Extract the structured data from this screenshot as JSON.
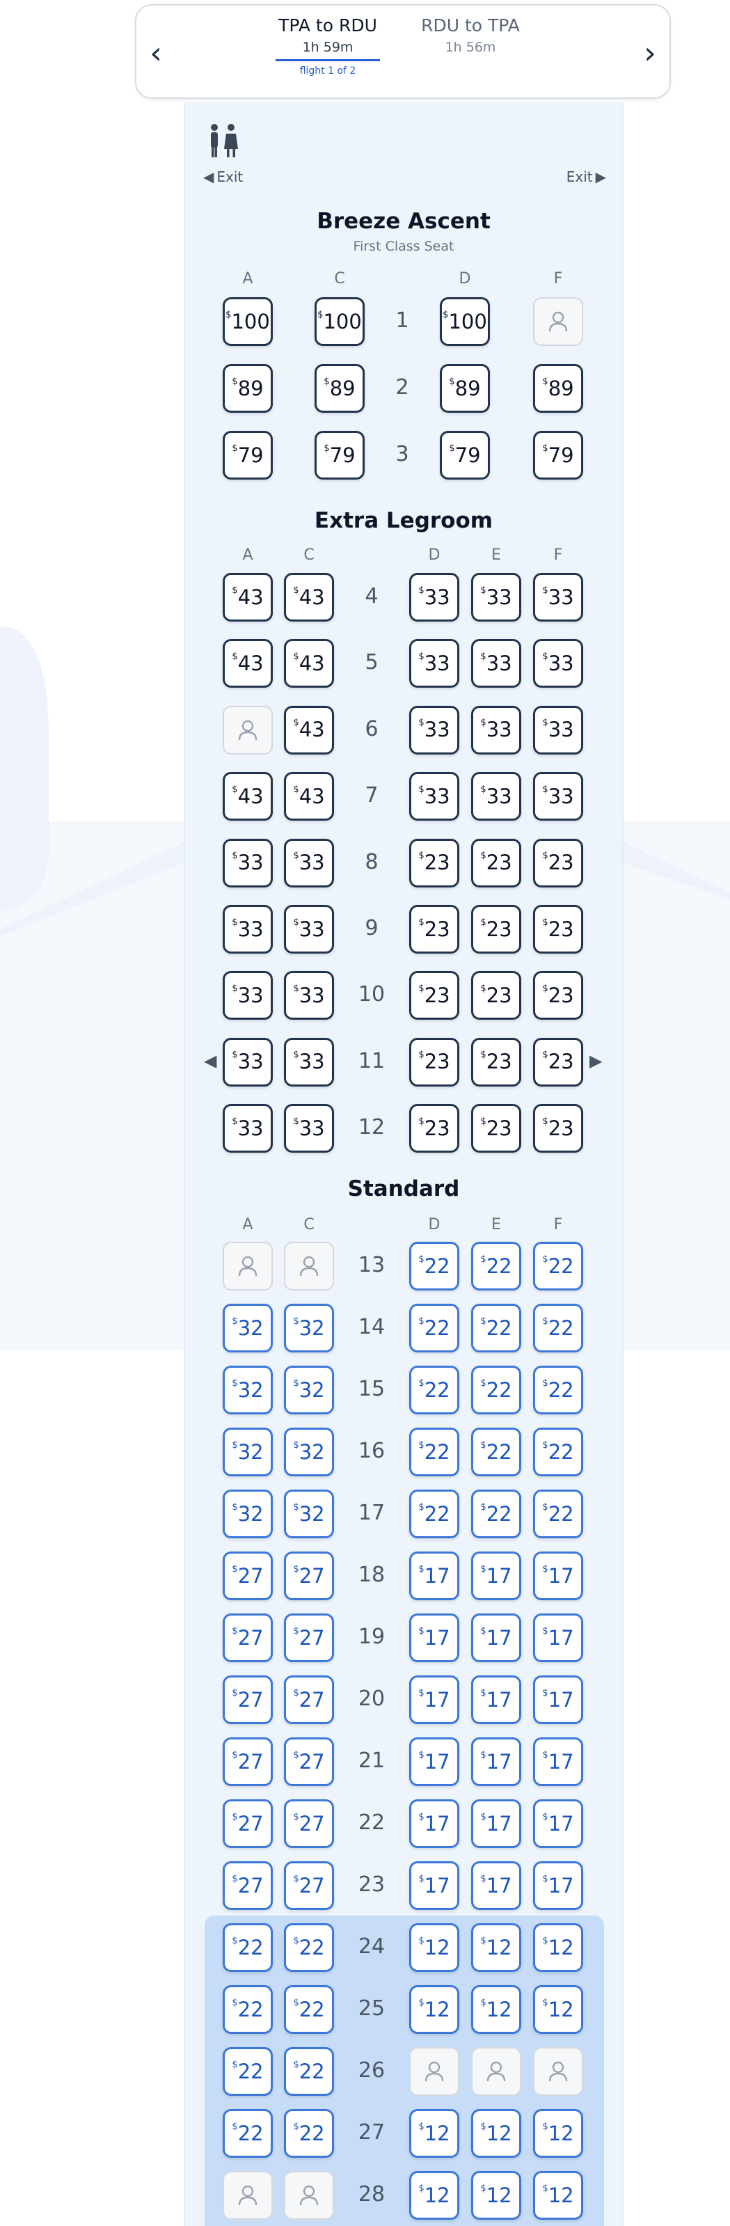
{
  "flight_selector": {
    "prev_icon": "chevron-left-icon",
    "next_icon": "chevron-right-icon",
    "legs": [
      {
        "route": "TPA to RDU",
        "duration": "1h 59m",
        "counter": "flight 1 of 2",
        "selected": true
      },
      {
        "route": "RDU to TPA",
        "duration": "1h 56m",
        "selected": false
      }
    ]
  },
  "cabin": {
    "lavatory_icon": "lavatory-icon",
    "exit_left": "Exit",
    "exit_right": "Exit"
  },
  "sections": {
    "first": {
      "title": "Breeze Ascent",
      "subtitle": "First Class Seat",
      "columns": [
        "A",
        "C",
        "D",
        "F"
      ],
      "rows": [
        {
          "row": "1",
          "seats": [
            "100",
            "100",
            "100",
            null
          ]
        },
        {
          "row": "2",
          "seats": [
            "89",
            "89",
            "89",
            "89"
          ]
        },
        {
          "row": "3",
          "seats": [
            "79",
            "79",
            "79",
            "79"
          ]
        }
      ]
    },
    "extra_legroom": {
      "title": "Extra Legroom",
      "columns": [
        "A",
        "C",
        "D",
        "E",
        "F"
      ],
      "rows": [
        {
          "row": "4",
          "seats": [
            "43",
            "43",
            "33",
            "33",
            "33"
          ]
        },
        {
          "row": "5",
          "seats": [
            "43",
            "43",
            "33",
            "33",
            "33"
          ]
        },
        {
          "row": "6",
          "seats": [
            null,
            "43",
            "33",
            "33",
            "33"
          ]
        },
        {
          "row": "7",
          "seats": [
            "43",
            "43",
            "33",
            "33",
            "33"
          ]
        },
        {
          "row": "8",
          "seats": [
            "33",
            "33",
            "23",
            "23",
            "23"
          ]
        },
        {
          "row": "9",
          "seats": [
            "33",
            "33",
            "23",
            "23",
            "23"
          ]
        },
        {
          "row": "10",
          "seats": [
            "33",
            "33",
            "23",
            "23",
            "23"
          ]
        },
        {
          "row": "11",
          "seats": [
            "33",
            "33",
            "23",
            "23",
            "23"
          ]
        },
        {
          "row": "12",
          "seats": [
            "33",
            "33",
            "23",
            "23",
            "23"
          ]
        }
      ]
    },
    "standard": {
      "title": "Standard",
      "columns": [
        "A",
        "C",
        "D",
        "E",
        "F"
      ],
      "rows": [
        {
          "row": "13",
          "seats": [
            null,
            null,
            "22",
            "22",
            "22"
          ]
        },
        {
          "row": "14",
          "seats": [
            "32",
            "32",
            "22",
            "22",
            "22"
          ]
        },
        {
          "row": "15",
          "seats": [
            "32",
            "32",
            "22",
            "22",
            "22"
          ]
        },
        {
          "row": "16",
          "seats": [
            "32",
            "32",
            "22",
            "22",
            "22"
          ]
        },
        {
          "row": "17",
          "seats": [
            "32",
            "32",
            "22",
            "22",
            "22"
          ]
        },
        {
          "row": "18",
          "seats": [
            "27",
            "27",
            "17",
            "17",
            "17"
          ]
        },
        {
          "row": "19",
          "seats": [
            "27",
            "27",
            "17",
            "17",
            "17"
          ]
        },
        {
          "row": "20",
          "seats": [
            "27",
            "27",
            "17",
            "17",
            "17"
          ]
        },
        {
          "row": "21",
          "seats": [
            "27",
            "27",
            "17",
            "17",
            "17"
          ]
        },
        {
          "row": "22",
          "seats": [
            "27",
            "27",
            "17",
            "17",
            "17"
          ]
        },
        {
          "row": "23",
          "seats": [
            "27",
            "27",
            "17",
            "17",
            "17"
          ]
        },
        {
          "row": "24",
          "seats": [
            "22",
            "22",
            "12",
            "12",
            "12"
          ]
        },
        {
          "row": "25",
          "seats": [
            "22",
            "22",
            "12",
            "12",
            "12"
          ]
        },
        {
          "row": "26",
          "seats": [
            "22",
            "22",
            null,
            null,
            null
          ]
        },
        {
          "row": "27",
          "seats": [
            "22",
            "22",
            "12",
            "12",
            "12"
          ]
        },
        {
          "row": "28",
          "seats": [
            null,
            null,
            "12",
            "12",
            "12"
          ]
        }
      ]
    }
  },
  "currency_symbol": "$",
  "occupied_icon": "person-icon",
  "colors": {
    "premium_border": "#22344d",
    "standard_border": "#3c78d8",
    "cabin_bg": "#eef4fc",
    "highlight_zone": "#c6dcf7"
  }
}
